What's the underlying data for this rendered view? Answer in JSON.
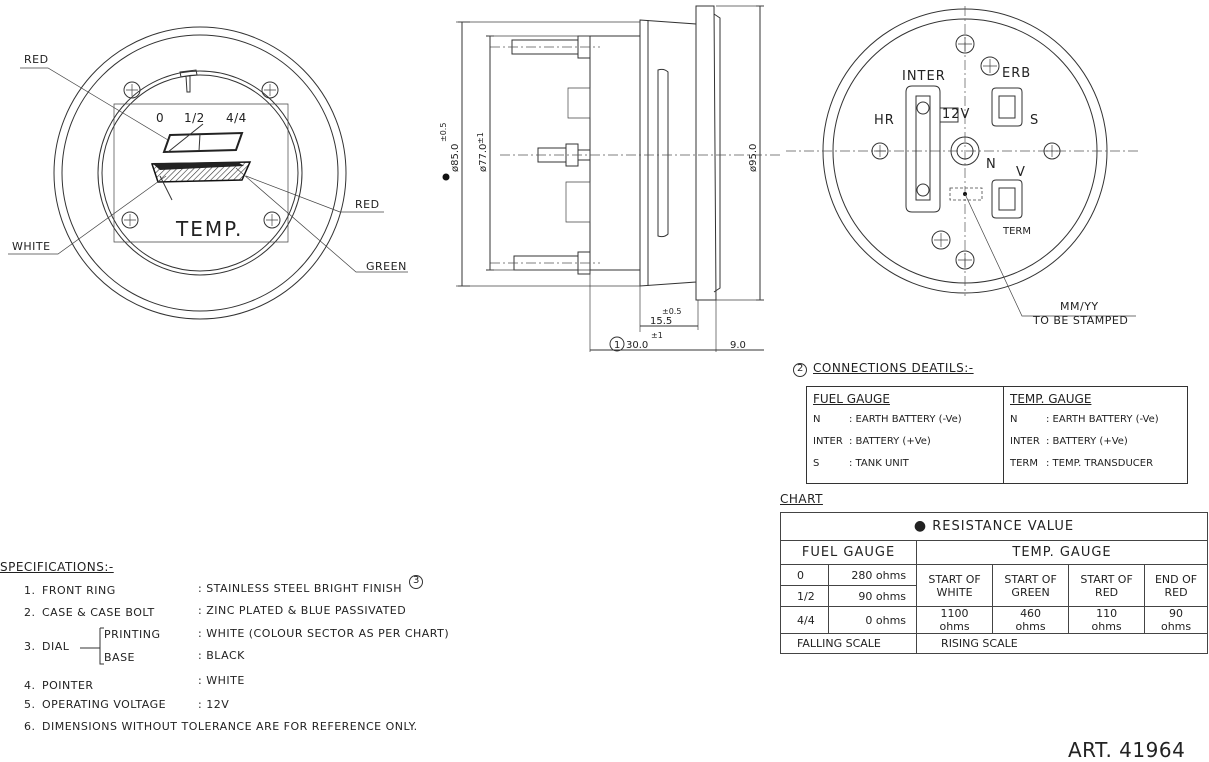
{
  "front_view": {
    "scale_labels": [
      "0",
      "1/2",
      "4/4"
    ],
    "dial_text": "TEMP.",
    "callouts": {
      "red_top": "RED",
      "red_right": "RED",
      "green": "GREEN",
      "white": "WHITE"
    }
  },
  "side_view": {
    "dim_dia_85": "ø85.0",
    "tol_dia_85": "±0.5",
    "dim_dia_77": "ø77.0",
    "tol_dia_77": "±1",
    "dim_dia_95": "ø95.0",
    "dim_15_5": "15.5",
    "tol_15_5": "±0.5",
    "marker_1": "1",
    "dim_30": "30.0",
    "tol_30": "±1",
    "dim_9": "9.0"
  },
  "rear_view": {
    "terminals": {
      "inter": "INTER",
      "erb": "ERB",
      "hr": "HR",
      "v12": "12V",
      "s": "S",
      "n": "N",
      "v": "V",
      "term": "TERM"
    },
    "stamp_note": [
      "MM/YY",
      "TO BE STAMPED"
    ]
  },
  "connections": {
    "marker": "2",
    "title": "CONNECTIONS DEATILS:-",
    "fuel_gauge": {
      "title": "FUEL GAUGE",
      "rows": [
        {
          "key": "N",
          "value": ": EARTH BATTERY (-Ve)"
        },
        {
          "key": "INTER",
          "value": ": BATTERY (+Ve)"
        },
        {
          "key": "S",
          "value": ": TANK UNIT"
        }
      ]
    },
    "temp_gauge": {
      "title": "TEMP. GAUGE",
      "rows": [
        {
          "key": "N",
          "value": ": EARTH BATTERY (-Ve)"
        },
        {
          "key": "INTER",
          "value": ": BATTERY (+Ve)"
        },
        {
          "key": "TERM",
          "value": ": TEMP. TRANSDUCER"
        }
      ]
    }
  },
  "chart": {
    "label": "CHART",
    "title": "RESISTANCE VALUE",
    "fuel_header": "FUEL GAUGE",
    "temp_header": "TEMP. GAUGE",
    "fuel_rows": [
      {
        "pos": "0",
        "ohms": "280 ohms"
      },
      {
        "pos": "1/2",
        "ohms": "90 ohms"
      },
      {
        "pos": "4/4",
        "ohms": "0 ohms"
      }
    ],
    "temp_cols": [
      {
        "head": [
          "START OF",
          "WHITE"
        ],
        "value": [
          "1100",
          "ohms"
        ]
      },
      {
        "head": [
          "START OF",
          "GREEN"
        ],
        "value": [
          "460",
          "ohms"
        ]
      },
      {
        "head": [
          "START OF",
          "RED"
        ],
        "value": [
          "110",
          "ohms"
        ]
      },
      {
        "head": [
          "END OF",
          "RED"
        ],
        "value": [
          "90",
          "ohms"
        ]
      }
    ],
    "fuel_scale": "FALLING SCALE",
    "temp_scale": "RISING SCALE"
  },
  "specifications": {
    "title": "SPECIFICATIONS:-",
    "marker_3": "3",
    "items": [
      {
        "num": "1.",
        "name": "FRONT RING",
        "value": ": STAINLESS STEEL BRIGHT FINISH"
      },
      {
        "num": "2.",
        "name": "CASE & CASE BOLT",
        "value": ": ZINC PLATED & BLUE PASSIVATED"
      },
      {
        "num": "3.",
        "name": "DIAL"
      },
      {
        "num": "4.",
        "name": "POINTER",
        "value": ": WHITE"
      },
      {
        "num": "5.",
        "name": "OPERATING VOLTAGE",
        "value": ": 12V"
      },
      {
        "num": "6.",
        "name": "DIMENSIONS WITHOUT TOLERANCE ARE FOR REFERENCE ONLY."
      }
    ],
    "dial_sub": [
      {
        "name": "PRINTING",
        "value": ": WHITE (COLOUR SECTOR AS PER CHART)"
      },
      {
        "name": "BASE",
        "value": ": BLACK"
      }
    ]
  },
  "art_number": "ART. 41964"
}
